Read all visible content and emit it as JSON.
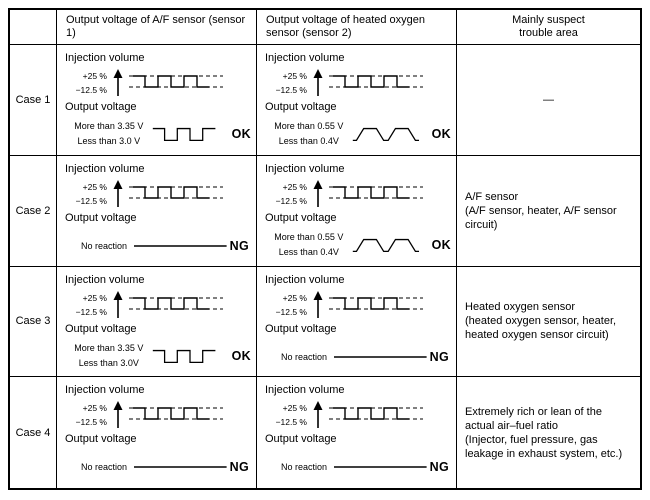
{
  "header": {
    "sensor1": "Output voltage of A/F sensor (sensor 1)",
    "sensor2": "Output voltage of heated oxygen sensor (sensor 2)",
    "trouble": "Mainly suspect trouble area"
  },
  "labels": {
    "injection": "Injection volume",
    "output": "Output voltage",
    "plus": "+25 %",
    "minus": "−12.5 %",
    "no_reaction": "No reaction"
  },
  "cases": [
    {
      "label": "Case 1",
      "sensor1": {
        "upper": "More than 3.35 V",
        "lower": "Less than 3.0 V",
        "result": "OK"
      },
      "sensor2": {
        "upper": "More than 0.55 V",
        "lower": "Less than 0.4V",
        "result": "OK"
      },
      "trouble": {
        "main": "—",
        "detail": ""
      }
    },
    {
      "label": "Case 2",
      "sensor1": {
        "result": "NG"
      },
      "sensor2": {
        "upper": "More than 0.55 V",
        "lower": "Less than 0.4V",
        "result": "OK"
      },
      "trouble": {
        "main": "A/F sensor",
        "detail": "(A/F sensor, heater, A/F sensor circuit)"
      }
    },
    {
      "label": "Case 3",
      "sensor1": {
        "upper": "More than 3.35 V",
        "lower": "Less than 3.0V",
        "result": "OK"
      },
      "sensor2": {
        "result": "NG"
      },
      "trouble": {
        "main": "Heated oxygen sensor",
        "detail": "(heated oxygen sensor, heater, heated oxygen sensor circuit)"
      }
    },
    {
      "label": "Case 4",
      "sensor1": {
        "result": "NG"
      },
      "sensor2": {
        "result": "NG"
      },
      "trouble": {
        "main": "Extremely rich or lean of the actual air–fuel ratio",
        "detail": "(Injector, fuel pressure, gas leakage in exhaust system, etc.)"
      }
    }
  ]
}
